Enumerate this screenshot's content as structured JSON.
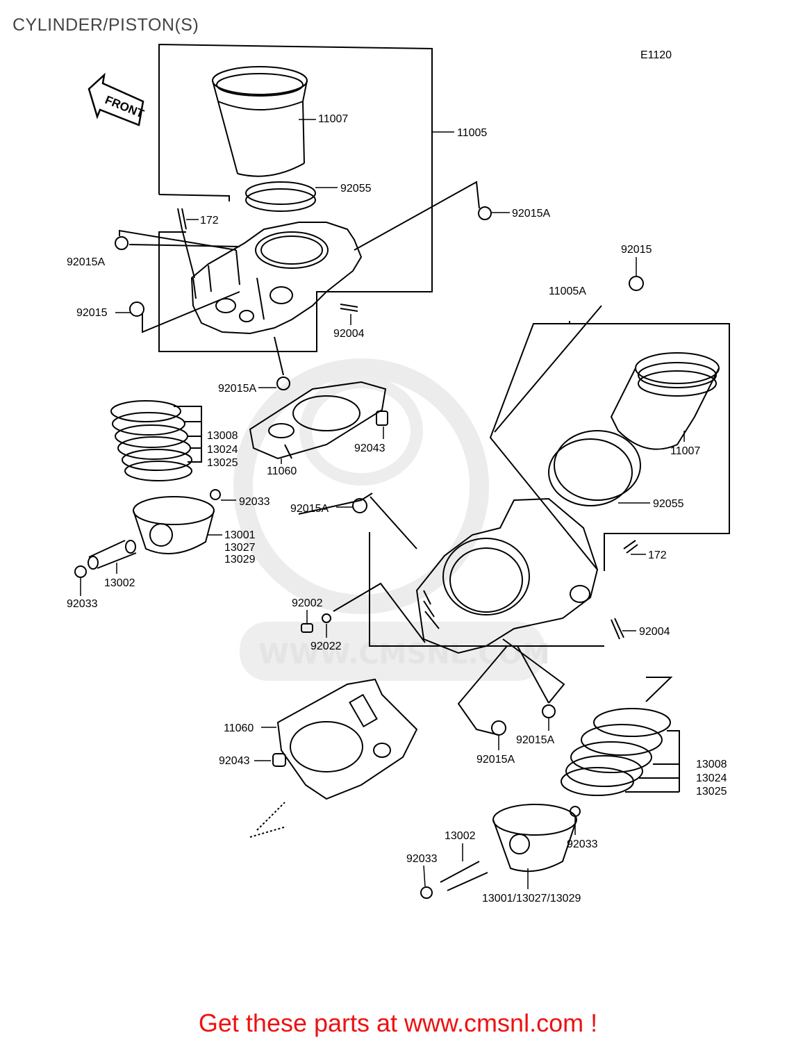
{
  "title": "CYLINDER/PISTON(S)",
  "diagram_code": "E1120",
  "front_label": "FRONT",
  "watermark_text": "WWW.CMSNL.COM",
  "footer_text": "Get these parts at www.cmsnl.com !",
  "colors": {
    "footer": "#ee1111",
    "line": "#000000",
    "watermark": "#e4e4e4"
  },
  "parts": {
    "l11007": "11007",
    "l11005": "11005",
    "l92055": "92055",
    "l92015A_r": "92015A",
    "l172": "172",
    "l92015A_l": "92015A",
    "l92015_l": "92015",
    "l92004": "92004",
    "l92015": "92015",
    "l11005A": "11005A",
    "l92015A_c": "92015A",
    "l13008": "13008",
    "l13024": "13024",
    "l13025": "13025",
    "l92043": "92043",
    "l11060": "11060",
    "l11007b": "11007",
    "l92033": "92033",
    "l92015A_m": "92015A",
    "l92055b": "92055",
    "l13001": "13001",
    "l13027": "13027",
    "l13029": "13029",
    "l172b": "172",
    "l13002": "13002",
    "l92033b": "92033",
    "l92002": "92002",
    "l92004b": "92004",
    "l92022": "92022",
    "l11060b": "11060",
    "l92015A_b1": "92015A",
    "l92015A_b2": "92015A",
    "l92043b": "92043",
    "l13008b": "13008",
    "l13024b": "13024",
    "l13025b": "13025",
    "l13002b": "13002",
    "l92033c": "92033",
    "l92033d": "92033",
    "l13001b": "13001/13027/13029"
  }
}
